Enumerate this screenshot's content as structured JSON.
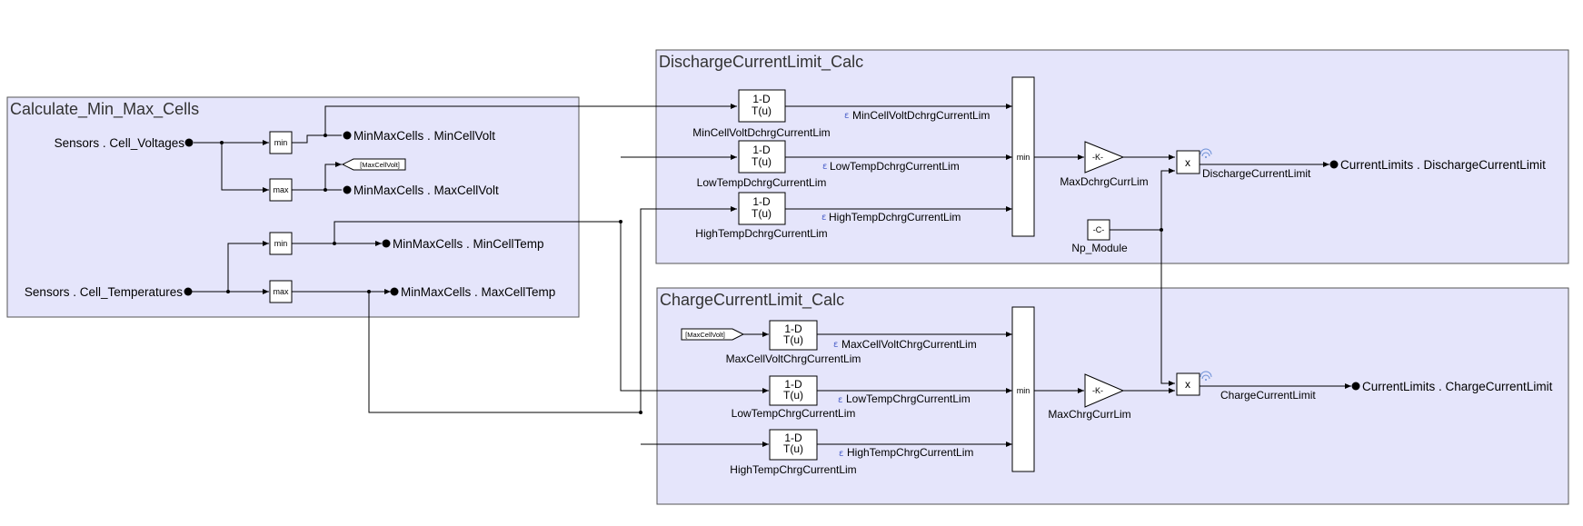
{
  "areas": {
    "min_max": {
      "title": "Calculate_Min_Max_Cells"
    },
    "discharge": {
      "title": "DischargeCurrentLimit_Calc"
    },
    "charge": {
      "title": "ChargeCurrentLimit_Calc"
    }
  },
  "inports": {
    "cell_voltages": "Sensors . Cell_Voltages",
    "cell_temperatures": "Sensors . Cell_Temperatures"
  },
  "outports": {
    "min_cell_volt": "MinMaxCells . MinCellVolt",
    "max_cell_volt": "MinMaxCells . MaxCellVolt",
    "min_cell_temp": "MinMaxCells . MinCellTemp",
    "max_cell_temp": "MinMaxCells . MaxCellTemp",
    "discharge_limit": "CurrentLimits . DischargeCurrentLimit",
    "charge_limit": "CurrentLimits . ChargeCurrentLimit"
  },
  "ops": {
    "min": "min",
    "max": "max",
    "product": "x",
    "gain": "-K-",
    "constant": "-C-"
  },
  "goto_tag": "[MaxCellVolt]",
  "from_tag": "[MaxCellVolt]",
  "lookup": {
    "line1": "1-D",
    "line2": "T(u)"
  },
  "lookup_blocks": {
    "min_cell_volt_dchrg": "MinCellVoltDchrgCurrentLim",
    "low_temp_dchrg": "LowTempDchrgCurrentLim",
    "high_temp_dchrg": "HighTempDchrgCurrentLim",
    "max_cell_volt_chrg": "MaxCellVoltChrgCurrentLim",
    "low_temp_chrg": "LowTempChrgCurrentLim",
    "high_temp_chrg": "HighTempChrgCurrentLim"
  },
  "signals": {
    "min_cell_volt_dchrg": "MinCellVoltDchrgCurrentLim",
    "low_temp_dchrg": "LowTempDchrgCurrentLim",
    "high_temp_dchrg": "HighTempDchrgCurrentLim",
    "max_cell_volt_chrg": "MaxCellVoltChrgCurrentLim",
    "low_temp_chrg": "LowTempChrgCurrentLim",
    "high_temp_chrg": "HighTempChrgCurrentLim",
    "discharge_current_limit": "DischargeCurrentLimit",
    "charge_current_limit": "ChargeCurrentLimit"
  },
  "blocks": {
    "max_dchrg_gain": "MaxDchrgCurrLim",
    "max_chrg_gain": "MaxChrgCurrLim",
    "np_module": "Np_Module"
  },
  "icons": {
    "log_marker": "signal-logging-icon",
    "wifi": "test-point-icon",
    "port_dot": "bus-port-dot-icon"
  },
  "colors": {
    "area_fill": "#e5e5fb",
    "area_border": "#555555",
    "log_marker": "#4a5fc9"
  }
}
